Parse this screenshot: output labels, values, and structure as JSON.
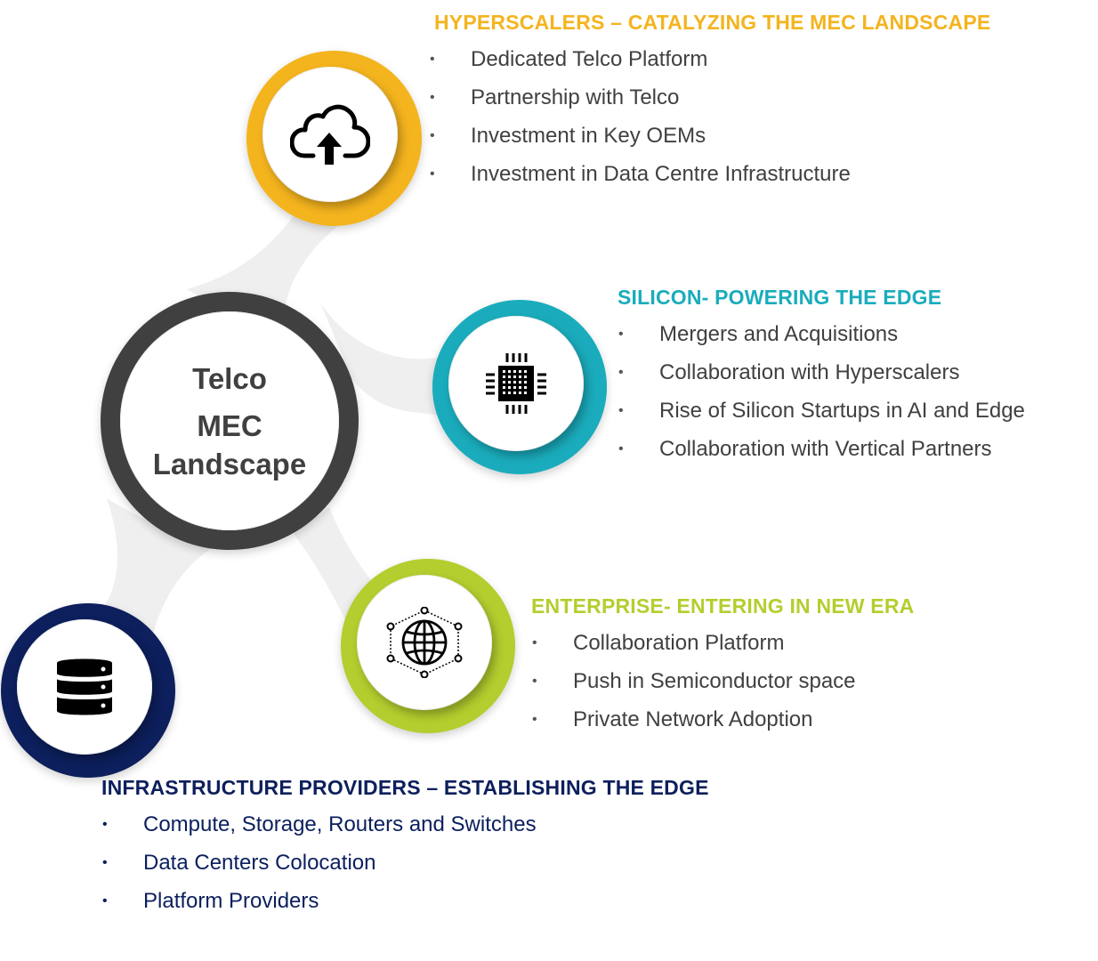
{
  "colors": {
    "hyperscalers": "#F4B41E",
    "silicon": "#1AACBC",
    "enterprise": "#B3CE2E",
    "infrastructure": "#0D1F5C",
    "center": "#404040",
    "connector": "#EFEFEF"
  },
  "center": {
    "line1": "Telco",
    "line2": "MEC",
    "line3": "Landscape"
  },
  "hyperscalers": {
    "icon": "cloud-upload-icon",
    "title": "HYPERSCALERS – CATALYZING THE MEC LANDSCAPE",
    "items": [
      "Dedicated Telco Platform",
      "Partnership with Telco",
      "Investment in Key OEMs",
      "Investment in Data Centre Infrastructure"
    ]
  },
  "silicon": {
    "icon": "chip-icon",
    "title": "SILICON- POWERING THE EDGE",
    "items": [
      "Mergers and Acquisitions",
      "Collaboration with Hyperscalers",
      "Rise of Silicon Startups in AI and Edge",
      "Collaboration with Vertical Partners"
    ]
  },
  "enterprise": {
    "icon": "globe-network-icon",
    "title": "ENTERPRISE- ENTERING IN NEW ERA",
    "items": [
      "Collaboration Platform",
      "Push in Semiconductor space",
      "Private Network Adoption"
    ]
  },
  "infrastructure": {
    "icon": "database-icon",
    "title": "INFRASTRUCTURE PROVIDERS – ESTABLISHING THE EDGE",
    "items": [
      "Compute, Storage, Routers and Switches",
      "Data Centers Colocation",
      "Platform Providers"
    ]
  }
}
